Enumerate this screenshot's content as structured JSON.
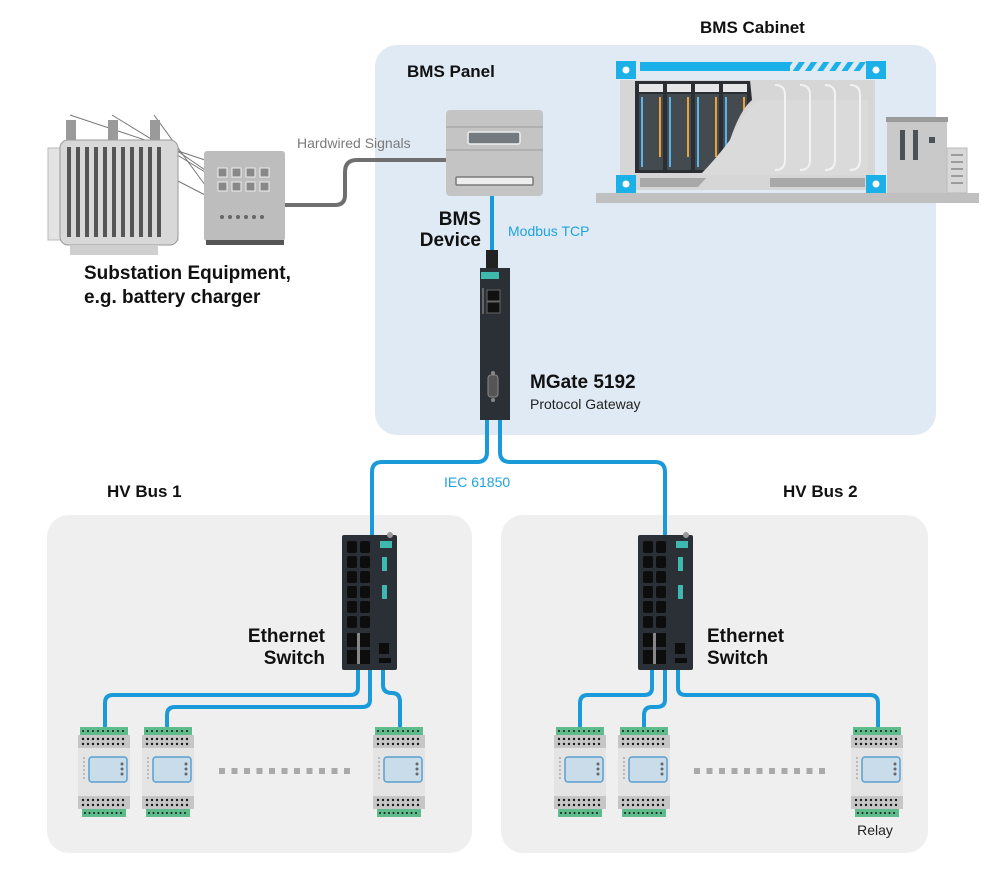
{
  "diagram": {
    "title": "BMS to IEC 61850 substation integration",
    "zones": {
      "bms_panel": "BMS Panel",
      "bms_cabinet": "BMS Cabinet",
      "hv_bus_1": "HV Bus 1",
      "hv_bus_2": "HV Bus 2"
    },
    "nodes": {
      "substation_equipment_line1": "Substation Equipment,",
      "substation_equipment_line2": "e.g. battery charger",
      "bms_device_line1": "BMS",
      "bms_device_line2": "Device",
      "gateway_name": "MGate 5192",
      "gateway_desc": "Protocol Gateway",
      "switch1_line1": "Ethernet",
      "switch1_line2": "Switch",
      "switch2_line1": "Ethernet",
      "switch2_line2": "Switch",
      "relay": "Relay"
    },
    "links": {
      "hardwired": "Hardwired Signals",
      "modbus": "Modbus TCP",
      "iec": "IEC 61850"
    },
    "colors": {
      "accent_blue": "#1a9ad9",
      "panel_bg": "#dfeaf4",
      "bus_bg": "#efefef",
      "device_dark": "#2b3036",
      "terminal_green": "#5dbb8c",
      "teal": "#3fb8b0"
    }
  }
}
